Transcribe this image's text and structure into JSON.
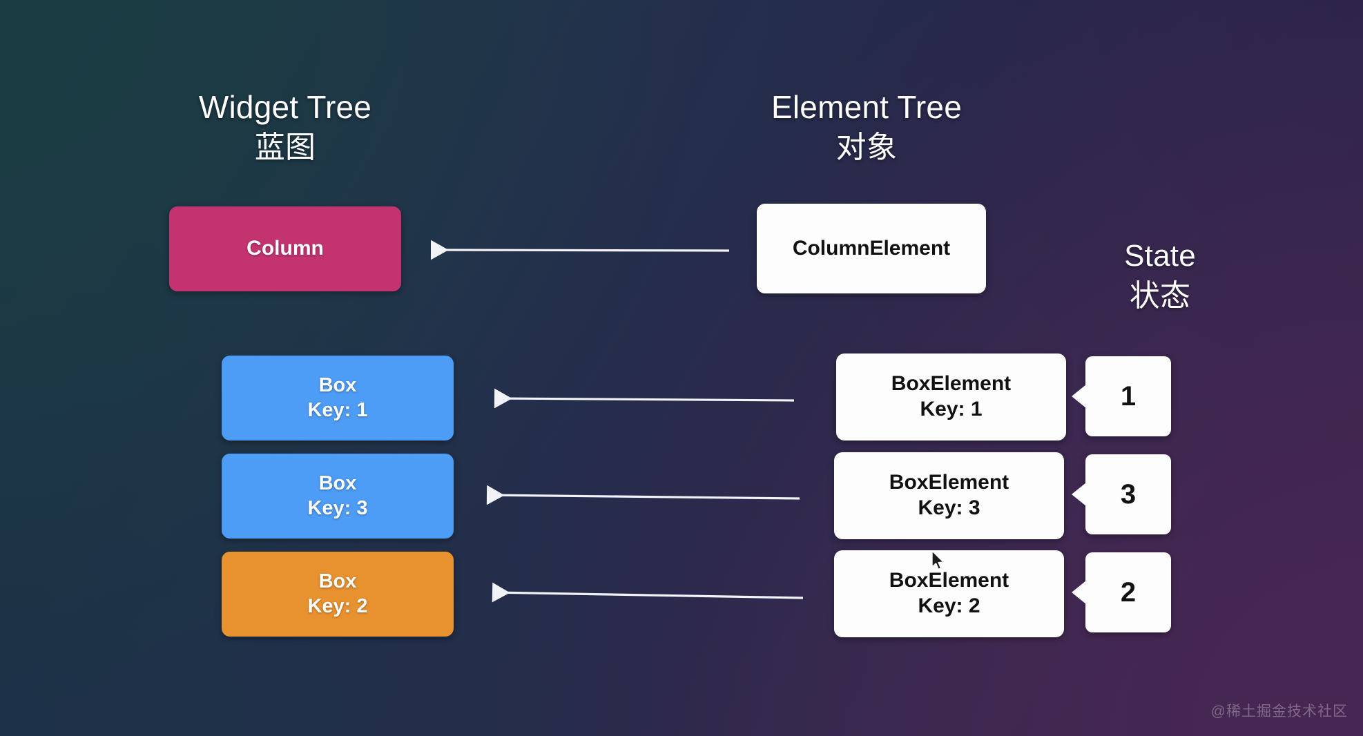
{
  "headings": {
    "widget_tree": {
      "en": "Widget Tree",
      "zh": "蓝图"
    },
    "element_tree": {
      "en": "Element Tree",
      "zh": "对象"
    },
    "state": {
      "en": "State",
      "zh": "状态"
    }
  },
  "widget_tree": {
    "nodes": [
      {
        "line1": "Column",
        "line2": "",
        "color": "#c23370"
      },
      {
        "line1": "Box",
        "line2": "Key: 1",
        "color": "#4d9cf6"
      },
      {
        "line1": "Box",
        "line2": "Key: 3",
        "color": "#4d9cf6"
      },
      {
        "line1": "Box",
        "line2": "Key: 2",
        "color": "#e8912f"
      }
    ]
  },
  "element_tree": {
    "nodes": [
      {
        "line1": "ColumnElement",
        "line2": ""
      },
      {
        "line1": "BoxElement",
        "line2": "Key: 1"
      },
      {
        "line1": "BoxElement",
        "line2": "Key: 3"
      },
      {
        "line1": "BoxElement",
        "line2": "Key: 2"
      }
    ]
  },
  "state_bubbles": [
    {
      "value": "1"
    },
    {
      "value": "3"
    },
    {
      "value": "2"
    }
  ],
  "arrows": [
    {
      "name": "arrow-column",
      "direction": "left"
    },
    {
      "name": "arrow-box-key-1",
      "direction": "left"
    },
    {
      "name": "arrow-box-key-3",
      "direction": "left"
    },
    {
      "name": "arrow-box-key-2",
      "direction": "left"
    }
  ],
  "watermark": "@稀土掘金技术社区",
  "colors": {
    "background_top_left": "#1c3a44",
    "background_center": "#262a4a",
    "background_bottom_right": "#3f2449",
    "widget_column": "#c23370",
    "widget_box_blue": "#4d9cf6",
    "widget_box_orange": "#e8912f",
    "element_box": "#fdfdfd",
    "arrow": "#f2f3f7"
  }
}
